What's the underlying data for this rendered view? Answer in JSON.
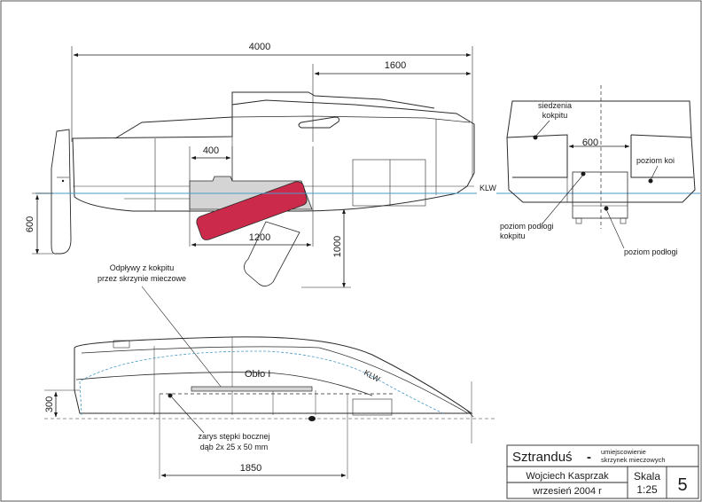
{
  "dimensions": {
    "overall_length": "4000",
    "aft_section": "1600",
    "box_offset": "400",
    "box_length": "1200",
    "draft": "1000",
    "rudder_depth": "600",
    "seat_gap": "600",
    "plan_depth": "300",
    "plan_length": "1850"
  },
  "labels": {
    "waterline": "KLW",
    "waterline_plan": "KLW",
    "drains_line1": "Odpływy z kokpitu",
    "drains_line2": "przez skrzynie mieczowe",
    "cockpit_seats_line1": "siedzenia",
    "cockpit_seats_line2": "kokpitu",
    "berth_level": "poziom koi",
    "cockpit_floor_line1": "poziom podłogi",
    "cockpit_floor_line2": "kokpitu",
    "floor_level": "poziom podłogi",
    "hull_curve": "Obło I",
    "keel_line1": "zarys stępki bocznej",
    "keel_line2": "dąb 2x    25 x 50 mm"
  },
  "title_block": {
    "name": "Sztranduś",
    "dash": "-",
    "subtitle_line1": "umiejscowienie",
    "subtitle_line2": "skrzynek mieczowych",
    "author": "Wojciech Kasprzak",
    "date": "wrzesień 2004 r",
    "scale_label": "Skala",
    "scale_value": "1:25",
    "sheet_number": "5"
  },
  "colors": {
    "waterline": "#4a9bc8",
    "centreboard": "#cc2a4a",
    "box_fill": "#d4d4d4",
    "line": "#2a2a2a"
  }
}
